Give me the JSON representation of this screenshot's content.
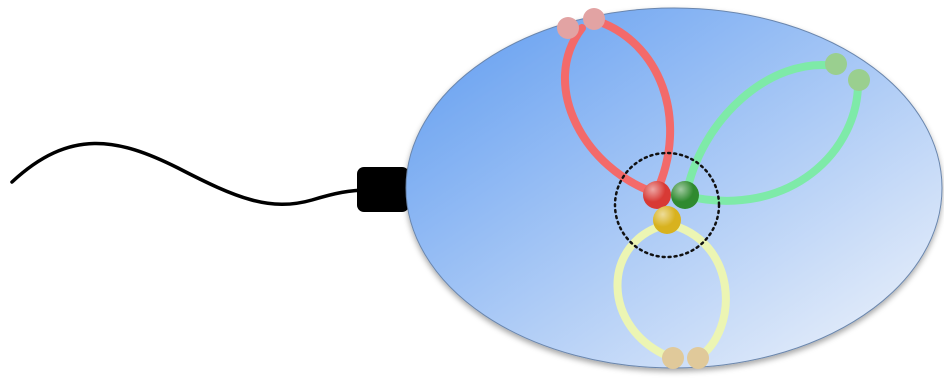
{
  "diagram": {
    "background": "#ffffff",
    "ellipse_gradient": {
      "start": "#5e9bf0",
      "end": "#f2f5fb",
      "edge": "#6a86ad"
    },
    "cable_color": "#000000",
    "connector_color": "#000000",
    "petals": [
      {
        "name": "red",
        "stroke": "#f36a6a",
        "node": "#d83a35",
        "tip": "#e2a3a3"
      },
      {
        "name": "green",
        "stroke": "#7eeaa8",
        "node": "#2f8a2f",
        "tip": "#9acf8f"
      },
      {
        "name": "yellow",
        "stroke": "#ecf5b3",
        "node": "#d8b21e",
        "tip": "#e0c99a"
      }
    ],
    "focus_circle": {
      "style": "dotted",
      "color": "#111111"
    }
  }
}
